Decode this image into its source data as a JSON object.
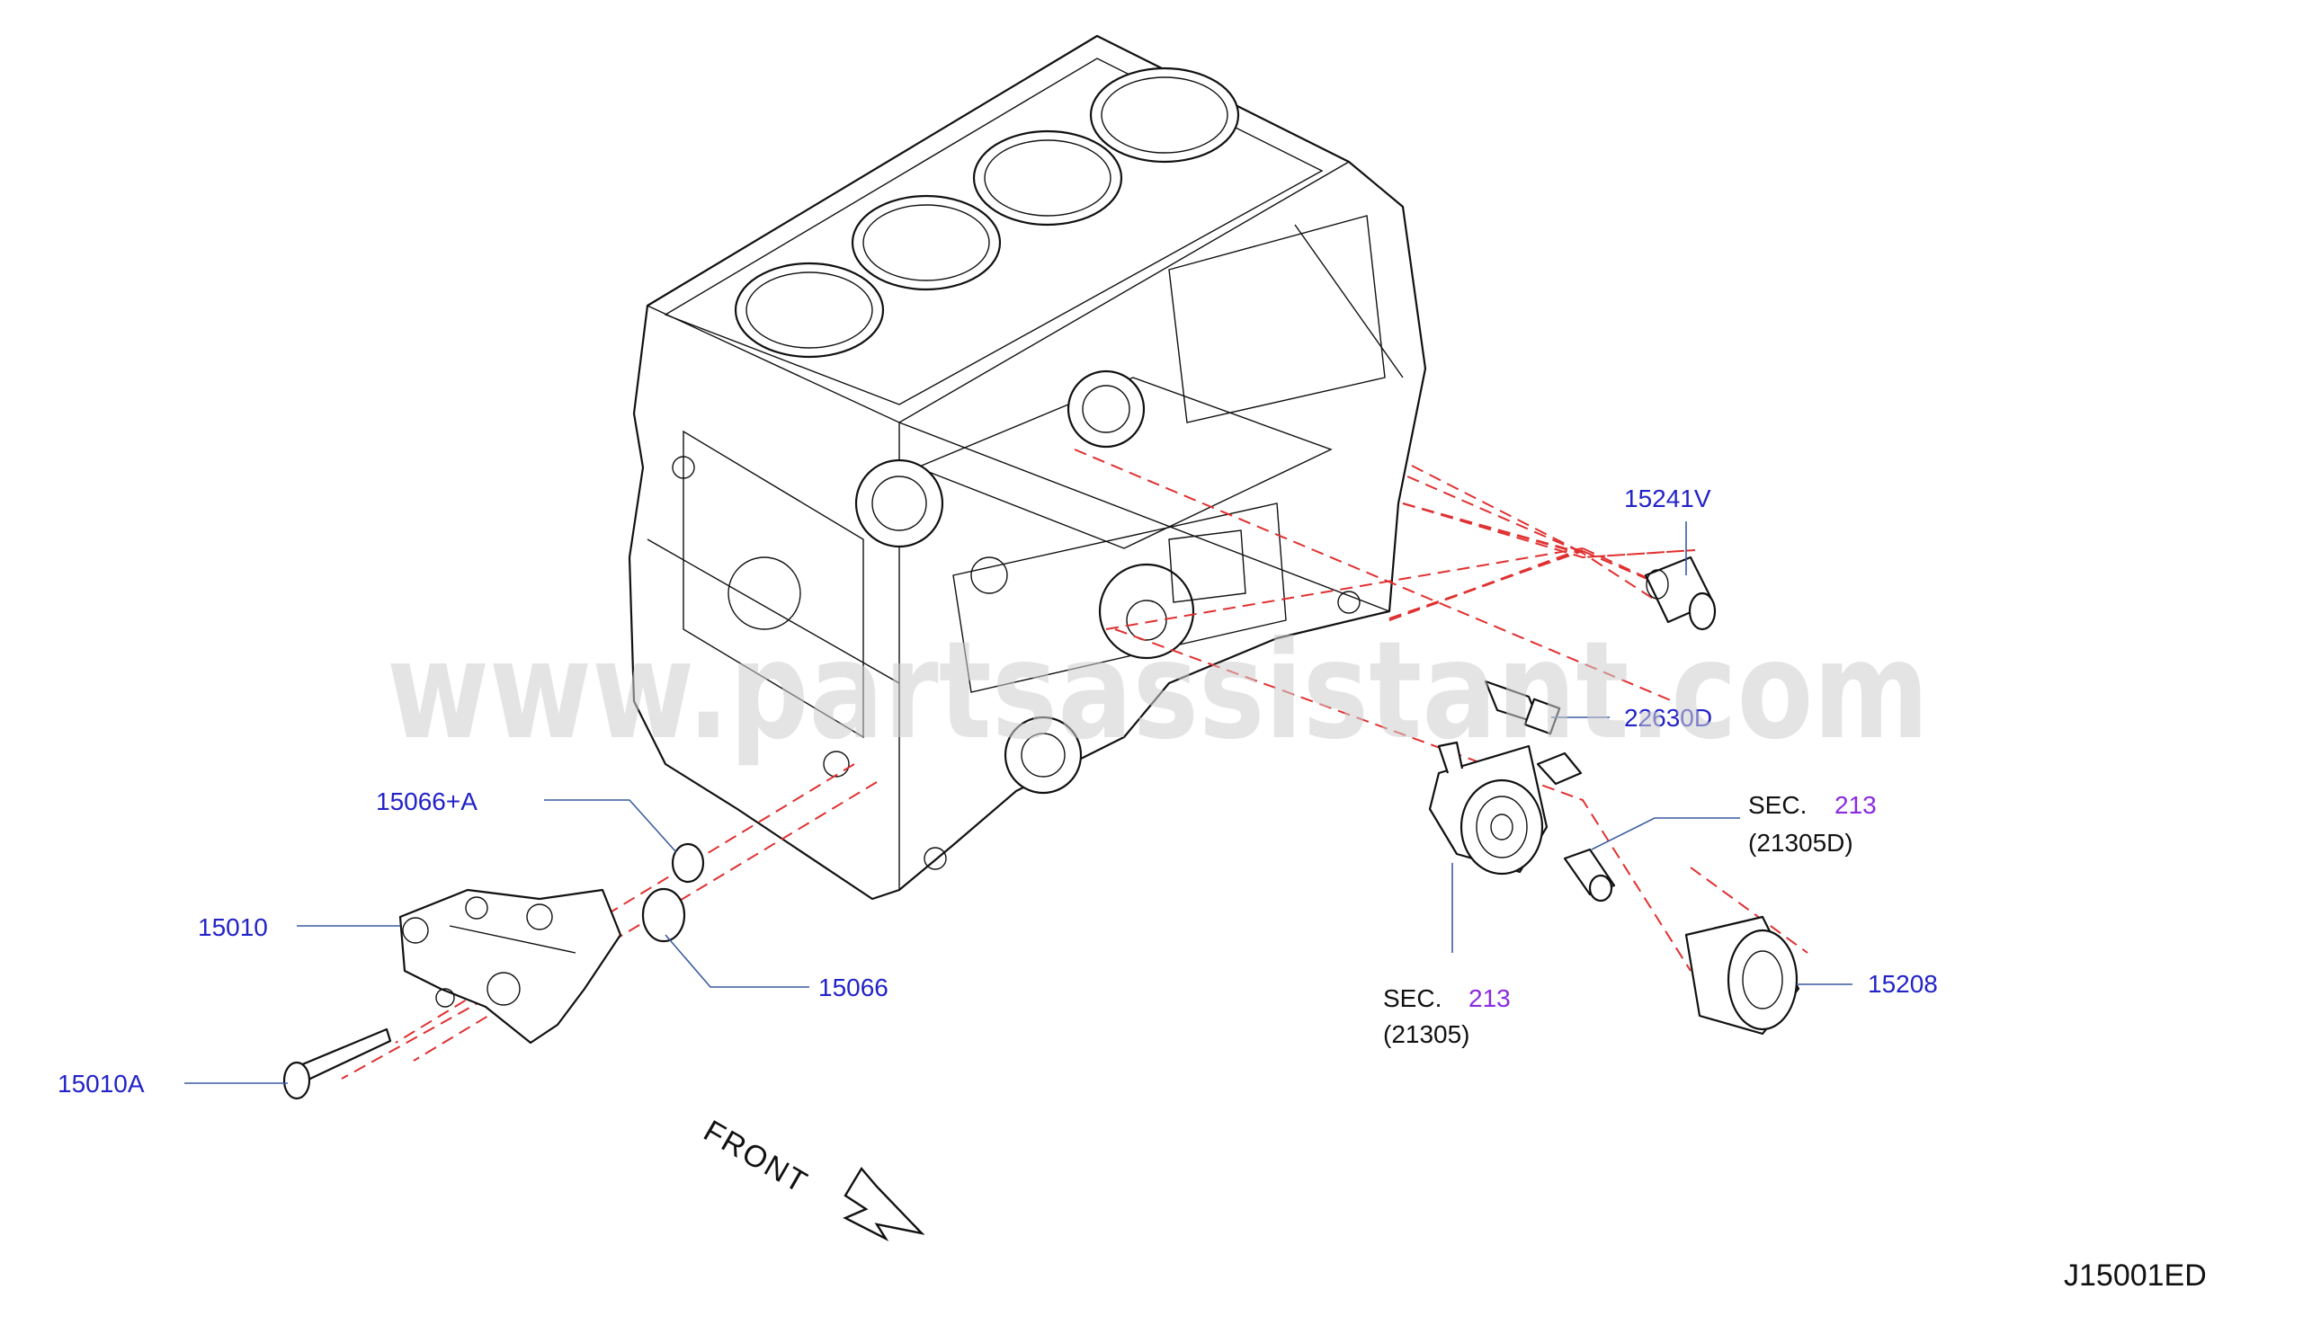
{
  "watermark": "www.partsassistant.com",
  "figure_id": "J15001ED",
  "front_label": "FRONT",
  "colors": {
    "part_number": "#2323c8",
    "section_ref": "#8a2be2",
    "leader": "#3a5aa0",
    "centerline": "#e03030"
  },
  "callouts": {
    "p15241v": "15241V",
    "p22630d": "22630D",
    "p15066a": "15066+A",
    "p15010": "15010",
    "p15066": "15066",
    "p15010a": "15010A",
    "p15208": "15208",
    "sec_adapter": {
      "prefix": "SEC.",
      "number": "213",
      "sub": "(21305D)"
    },
    "sec_cooler": {
      "prefix": "SEC.",
      "number": "213",
      "sub": "(21305)"
    }
  }
}
